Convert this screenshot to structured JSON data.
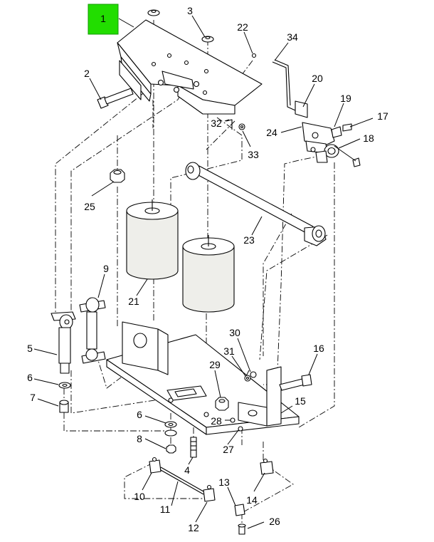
{
  "highlight_color": "#22dd00",
  "callouts": {
    "c1": "1",
    "c2": "2",
    "c3": "3",
    "c4": "4",
    "c5": "5",
    "c6a": "6",
    "c6b": "6",
    "c7": "7",
    "c8": "8",
    "c9": "9",
    "c10": "10",
    "c11": "11",
    "c12": "12",
    "c13": "13",
    "c14": "14",
    "c15": "15",
    "c16": "16",
    "c17": "17",
    "c18": "18",
    "c19": "19",
    "c20": "20",
    "c21": "21",
    "c22": "22",
    "c23": "23",
    "c24": "24",
    "c25": "25",
    "c26": "26",
    "c27": "27",
    "c28": "28",
    "c29": "29",
    "c30": "30",
    "c31": "31",
    "c32": "32",
    "c33": "33",
    "c34": "34"
  }
}
